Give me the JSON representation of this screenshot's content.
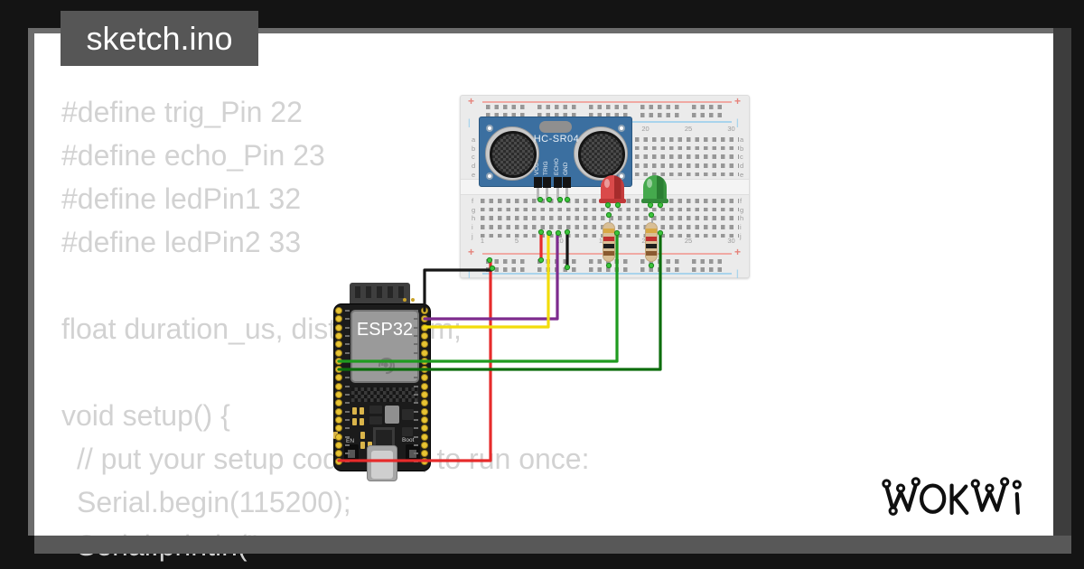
{
  "window": {
    "tab_title": "sketch.ino"
  },
  "logo": {
    "text": "WOKWI"
  },
  "code": {
    "lines": [
      {
        "text": "#define trig_Pin 22",
        "indent": 0
      },
      {
        "text": "#define echo_Pin 23",
        "indent": 0
      },
      {
        "text": "#define ledPin1 32",
        "indent": 0
      },
      {
        "text": "#define ledPin2 33",
        "indent": 0
      },
      {
        "text": "",
        "indent": 0
      },
      {
        "text": "float duration_us, distance_cm;",
        "indent": 0
      },
      {
        "text": "",
        "indent": 0
      },
      {
        "text": "void setup() {",
        "indent": 0
      },
      {
        "text": "// put your setup code here, to run once:",
        "indent": 1
      },
      {
        "text": "Serial.begin(115200);",
        "indent": 1
      },
      {
        "text": "Serial.println(\"",
        "indent": 1
      }
    ]
  },
  "breadboard": {
    "row_labels": [
      "a",
      "b",
      "c",
      "d",
      "e",
      "f",
      "g",
      "h",
      "i",
      "j"
    ],
    "col_numbers": [
      "1",
      "5",
      "10",
      "15",
      "20",
      "25",
      "30"
    ],
    "plus_sign": "+",
    "minus_sign": "|"
  },
  "sensor": {
    "label": "HC-SR04",
    "pins": [
      "VCC",
      "TRIG",
      "ECHO",
      "GND"
    ]
  },
  "esp32": {
    "label": "ESP32",
    "boot_label": "Boot",
    "en_label": "EN"
  },
  "colors": {
    "wire_red": "#e62b2b",
    "wire_black": "#161616",
    "wire_yellow": "#f2dc0c",
    "wire_purple": "#7d2b8d",
    "wire_green_led1": "#1f9b1f",
    "wire_green_led2": "#0d6d0d",
    "connection_dot": "#3bc43b",
    "pcb_blue": "#3b6fa0",
    "code_text": "#d2d2d2",
    "tab_bg": "#565656"
  }
}
